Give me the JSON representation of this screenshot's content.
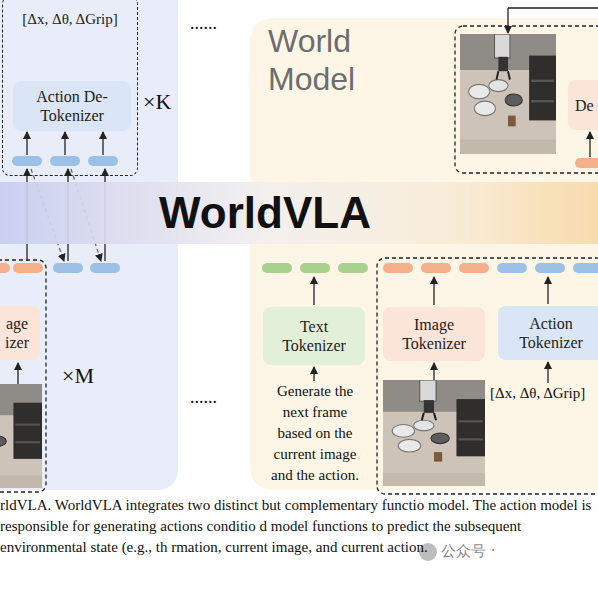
{
  "diagram": {
    "title": "WorldVLA",
    "caption": "rldVLA. WorldVLA integrates two distinct but complementary functio model. The action model is responsible for generating actions conditio d model functions to predict the subsequent environmental state (e.g., th rmation, current image, and current action.",
    "nodes": [
      {
        "text": [
          "[Δx, Δθ, ΔGrip]"
        ]
      },
      {
        "text": [
          "Action De-Tokenizer"
        ],
        "in": 0
      },
      {
        "text": [
          "World Model"
        ]
      },
      {
        "text": [
          "De"
        ],
        "in": 2
      },
      {
        "text": [
          "age izer"
        ]
      },
      {
        "text": [
          "Text Tokenizer"
        ],
        "in": 2
      },
      {
        "text": [
          "Image Tokenizer"
        ],
        "in": 2
      },
      {
        "text": [
          "Action Tokenizer"
        ],
        "in": 2
      }
    ],
    "labels": [
      "×K",
      "......",
      "×M",
      "......",
      "Generate the next frame based on the current image and the action.",
      "[Δx, Δθ, ΔGrip]",
      "公众号 ·"
    ]
  }
}
